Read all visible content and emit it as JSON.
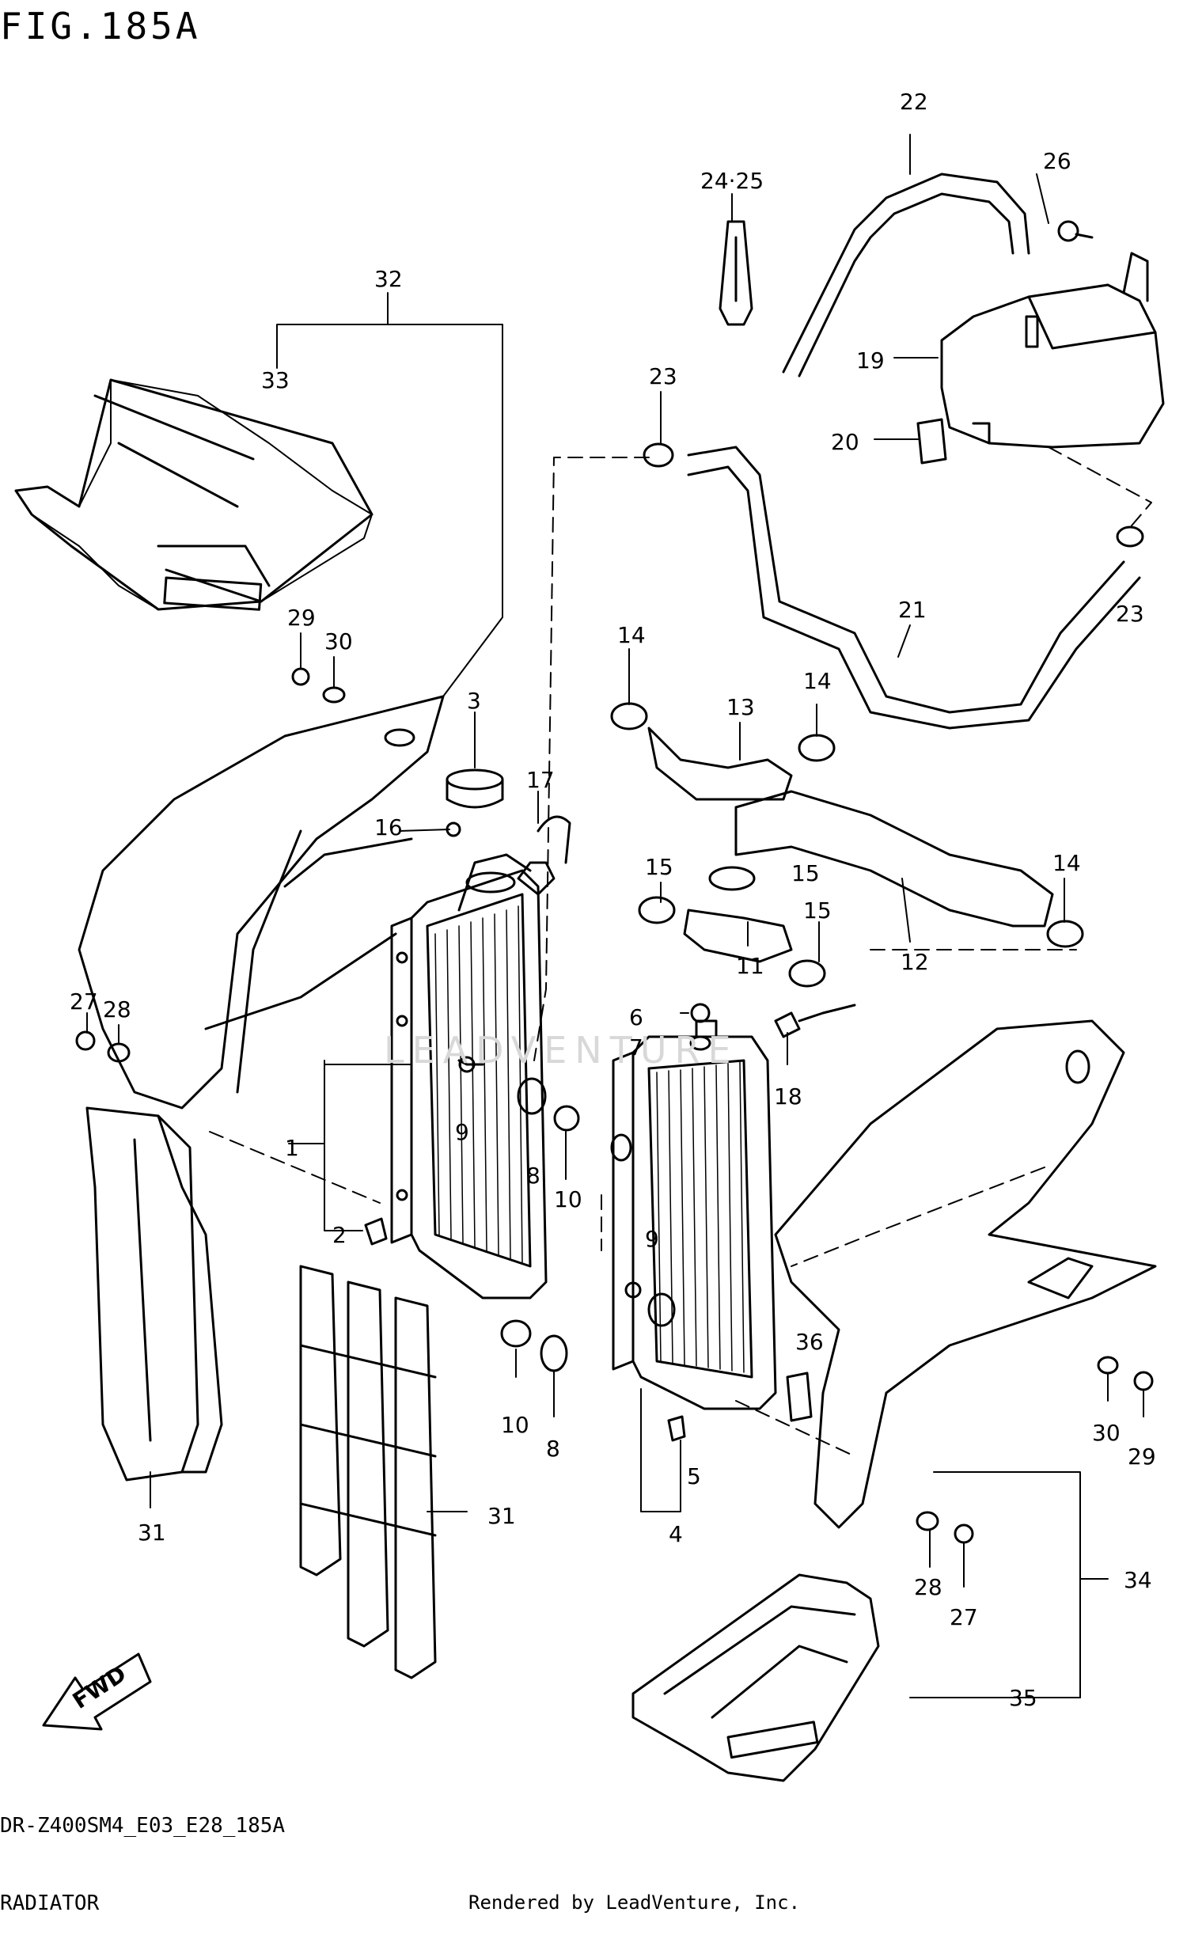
{
  "header": {
    "figure": "FIG.185A"
  },
  "footer": {
    "model_code": "DR-Z400SM4_E03_E28_185A",
    "section_name": "RADIATOR",
    "credit": "Rendered by LeadVenture, Inc."
  },
  "watermark": "LEADVENTURE",
  "fwd_label": "FWD",
  "callouts": {
    "c1": "1",
    "c2": "2",
    "c3": "3",
    "c4": "4",
    "c5": "5",
    "c6": "6",
    "c7": "7",
    "c8a": "8",
    "c8b": "8",
    "c9a": "9",
    "c9b": "9",
    "c10a": "10",
    "c10b": "10",
    "c11": "11",
    "c12": "12",
    "c13": "13",
    "c14a": "14",
    "c14b": "14",
    "c14c": "14",
    "c15a": "15",
    "c15b": "15",
    "c15c": "15",
    "c16": "16",
    "c17": "17",
    "c18": "18",
    "c19": "19",
    "c20": "20",
    "c21": "21",
    "c22": "22",
    "c23a": "23",
    "c23b": "23",
    "c2425": "24·25",
    "c26": "26",
    "c27a": "27",
    "c27b": "27",
    "c28a": "28",
    "c28b": "28",
    "c29a": "29",
    "c29b": "29",
    "c30a": "30",
    "c30b": "30",
    "c31a": "31",
    "c31b": "31",
    "c32": "32",
    "c33": "33",
    "c34": "34",
    "c35": "35",
    "c36": "36"
  }
}
